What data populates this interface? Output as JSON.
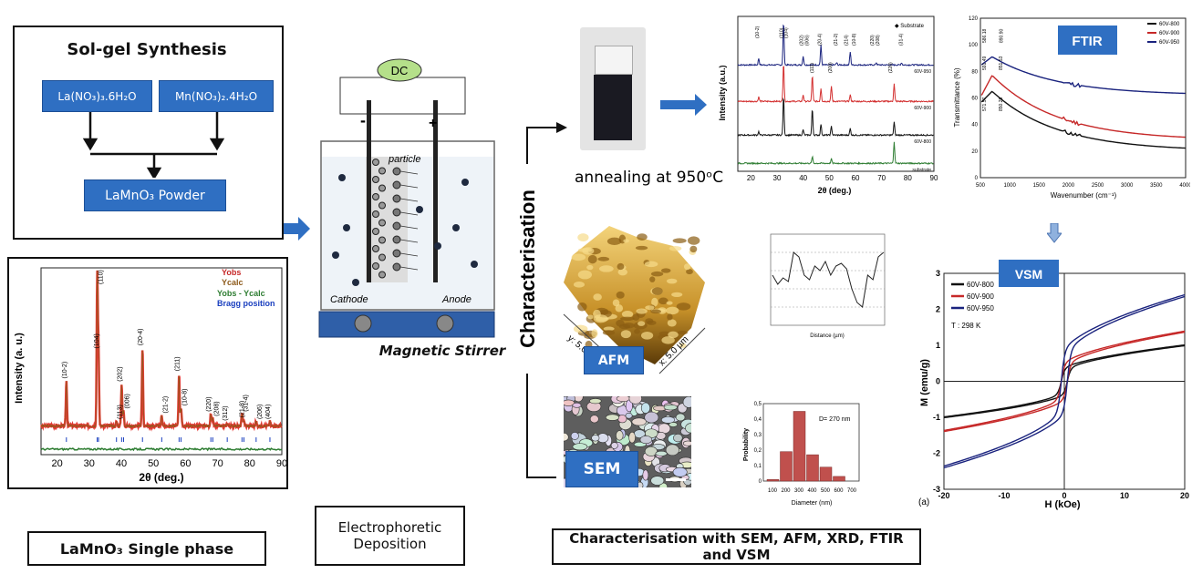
{
  "solgel": {
    "title": "Sol-gel Synthesis",
    "reagent1": "La(NO₃)₃.6H₂O",
    "reagent2": "Mn(NO₃)₂.4H₂O",
    "product": "LaMnO₃ Powder"
  },
  "xrd_rietveld": {
    "legend": [
      "Yobs",
      "Ycalc",
      "Yobs - Ycalc",
      "Bragg position"
    ],
    "ylabel": "Intensity (a. u.)",
    "xlabel": "2θ (deg.)",
    "xticks": [
      "20",
      "30",
      "40",
      "50",
      "60",
      "70",
      "80",
      "90"
    ],
    "peaks": [
      {
        "x": 22.9,
        "h": 0.3,
        "label": "(10-2)"
      },
      {
        "x": 32.5,
        "h": 1.0,
        "label": "(110)"
      },
      {
        "x": 32.9,
        "h": 0.5,
        "label": "(104)"
      },
      {
        "x": 38.5,
        "h": 0.03,
        "label": "(113)"
      },
      {
        "x": 40.1,
        "h": 0.28,
        "label": "(202)"
      },
      {
        "x": 40.7,
        "h": 0.1,
        "label": "(006)"
      },
      {
        "x": 46.6,
        "h": 0.52,
        "label": "(20-4)"
      },
      {
        "x": 52.6,
        "h": 0.07,
        "label": "(21-2)"
      },
      {
        "x": 58.0,
        "h": 0.35,
        "label": "(211)"
      },
      {
        "x": 58.6,
        "h": 0.12,
        "label": "(10-8)"
      },
      {
        "x": 67.9,
        "h": 0.08,
        "label": "(220)"
      },
      {
        "x": 68.5,
        "h": 0.05,
        "label": "(208)"
      },
      {
        "x": 73.0,
        "h": 0.02,
        "label": "(312)"
      },
      {
        "x": 77.6,
        "h": 0.08,
        "label": "(31-4)"
      },
      {
        "x": 78.2,
        "h": 0.04,
        "label": "(21-8)"
      },
      {
        "x": 82.0,
        "h": 0.03,
        "label": "(206)"
      },
      {
        "x": 86.3,
        "h": 0.03,
        "label": "(404)"
      }
    ]
  },
  "caption_single_phase": "LaMnO₃ Single phase",
  "cell": {
    "power": "DC",
    "minus": "-",
    "plus": "+",
    "particle": "particle",
    "cathode": "Cathode",
    "anode": "Anode",
    "stirrer": "Magnetic Stirrer"
  },
  "caption_epd": "Electrophoretic Deposition",
  "characterisation_label": "Characterisation",
  "annealing": "annealing at 950ᵒC",
  "xrd_films": {
    "ylabel": "Intensity (a.u.)",
    "xlabel": "2θ (deg.)",
    "legend": "◆ Substrate",
    "series": [
      "60V-950",
      "60V-900",
      "60V-800",
      "substrate"
    ],
    "colors": [
      "#1a237e",
      "#d32f2f",
      "#111111",
      "#2e7d32"
    ],
    "xticks": [
      "20",
      "30",
      "40",
      "50",
      "60",
      "70",
      "80",
      "90"
    ],
    "labels": [
      "(10-2)",
      "(110)",
      "(104)",
      "(202)",
      "(006)",
      "(20-4)",
      "(21-2)",
      "(214)",
      "(10-8)",
      "(220)",
      "(208)",
      "(31-4)",
      "(111)",
      "(200)",
      "(220)"
    ]
  },
  "ftir": {
    "title": "FTIR",
    "ylabel": "Transmittance (%)",
    "xlabel": "Wavenumber (cm⁻¹)",
    "yticks": [
      "0",
      "20",
      "40",
      "60",
      "80",
      "100",
      "120"
    ],
    "xticks": [
      "500",
      "1000",
      "1500",
      "2000",
      "2500",
      "3000",
      "3500",
      "4000"
    ],
    "series": [
      "60V-800",
      "60V-900",
      "60V-950"
    ],
    "colors": [
      "#111111",
      "#c62828",
      "#1a237e"
    ],
    "annot": [
      "586.18",
      "890.90",
      "591.49",
      "851.53",
      "571.57",
      "850.28"
    ]
  },
  "afm": {
    "label": "AFM",
    "x_axis": "x: 5.0 µm",
    "y_axis": "y: 5.0",
    "profile_xlabel": "Distance (µm)"
  },
  "sem": {
    "label": "SEM"
  },
  "histogram": {
    "type": "bar",
    "categories": [
      "100",
      "200",
      "300",
      "400",
      "500",
      "600",
      "700"
    ],
    "values": [
      0.01,
      0.19,
      0.45,
      0.17,
      0.09,
      0.03,
      0
    ],
    "ylabel": "Probability",
    "xlabel": "Diameter (nm)",
    "annotation": "D= 270 nm",
    "yticks": [
      "0",
      "0,1",
      "0,2",
      "0,3",
      "0,4",
      "0,5"
    ],
    "ylim": [
      0,
      0.5
    ],
    "bar_color": "#c0504d"
  },
  "vsm": {
    "title": "VSM",
    "ylabel": "M (emu/g)",
    "xlabel": "H (kOe)",
    "panel": "(a)",
    "temp": "T : 298 K",
    "yticks": [
      "-3",
      "-2",
      "-1",
      "0",
      "1",
      "2",
      "3"
    ],
    "xticks": [
      "-20",
      "-10",
      "0",
      "10",
      "20"
    ],
    "series": [
      {
        "name": "60V-800",
        "color": "#111111",
        "ms": 1.0
      },
      {
        "name": "60V-900",
        "color": "#c62828",
        "ms": 1.38
      },
      {
        "name": "60V-950",
        "color": "#1a237e",
        "ms": 2.38
      }
    ]
  },
  "caption_characterisation": "Characterisation with SEM, AFM,  XRD, FTIR and VSM"
}
